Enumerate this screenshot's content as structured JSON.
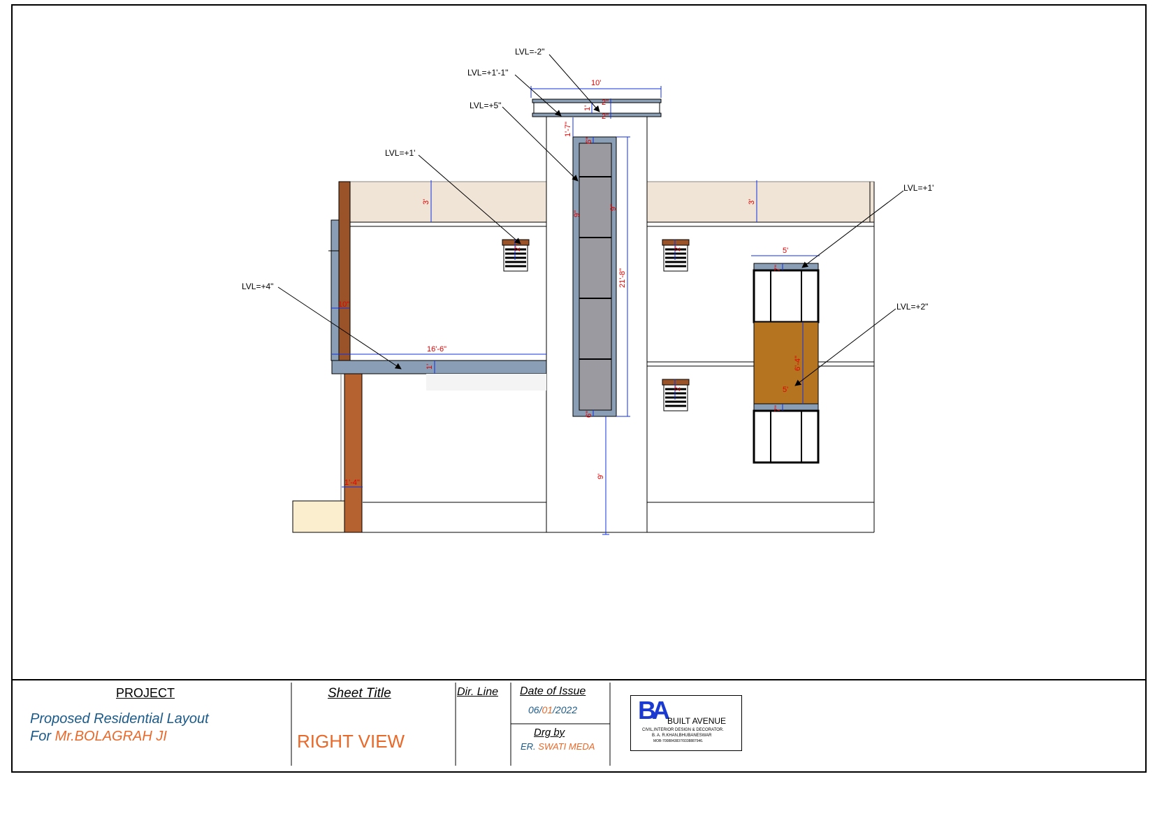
{
  "drawing": {
    "dimensions": {
      "top_width": "10'",
      "top_small_a": "2\"",
      "top_one_ft": "1'",
      "top_small_b": "2\"",
      "gap_1_7": "1'-7\"",
      "strip_top_6": "6\"",
      "strip_mid_9": "9\"",
      "strip_right_9": "9\"",
      "strip_height": "21'-8\"",
      "strip_bottom_6": "6\"",
      "lower_9ft": "9'",
      "parapet_left_3": "3'",
      "parapet_right_3": "3'",
      "vent_l_2": "2'",
      "vent_r1_2": "2'",
      "vent_r2_2": "2'",
      "wall_10": "10\"",
      "slab_length": "16'-6\"",
      "slab_1ft": "1'",
      "column_1_4": "1'-4\"",
      "win_width": "5'",
      "win_top_7": "7\"",
      "win_height": "6'-4\"",
      "win_mid_5": "5'",
      "win_bottom_7": "7\""
    },
    "levels": {
      "lvl_minus2": "LVL=-2\"",
      "lvl_1_1": "LVL=+1'-1\"",
      "lvl_5": "LVL=+5\"",
      "lvl_1_left": "LVL=+1'",
      "lvl_4": "LVL=+4\"",
      "lvl_1_right": "LVL=+1'",
      "lvl_2": "LVL=+2\""
    },
    "colors": {
      "border": "#000000",
      "parapet": "#f0e4d6",
      "slab_grey": "#8a9fb5",
      "glass": "#9b9aa0",
      "door_wood": "#b5741f",
      "column_wood": "#b56230",
      "dim_red": "#e00000",
      "dim_blue": "#1030e0",
      "step": "#fbeecf"
    }
  },
  "title_block": {
    "project_label": "PROJECT",
    "project_line1": "Proposed Residential Layout",
    "project_line2_prefix": "For ",
    "project_line2_name": "Mr.BOLAGRAH JI",
    "sheet_title_label": "Sheet Title",
    "sheet_title": "RIGHT VIEW",
    "dir_line_label": "Dir. Line",
    "date_label": "Date of Issue",
    "date_day": "06/",
    "date_month": "01",
    "date_year": "/2022",
    "drg_label": "Drg by",
    "drg_prefix": "ER. ",
    "drg_name": "SWATI MEDA",
    "logo_letters": "BA",
    "logo_name": "BUILT AVENUE",
    "logo_tagline": "CIVIL,INTERIOR DESIGN & DECORATOR.",
    "logo_address": "B. A. R.KHAN,BHUBANESWAR",
    "logo_phone": "MOB-7008843837/9338887946."
  }
}
